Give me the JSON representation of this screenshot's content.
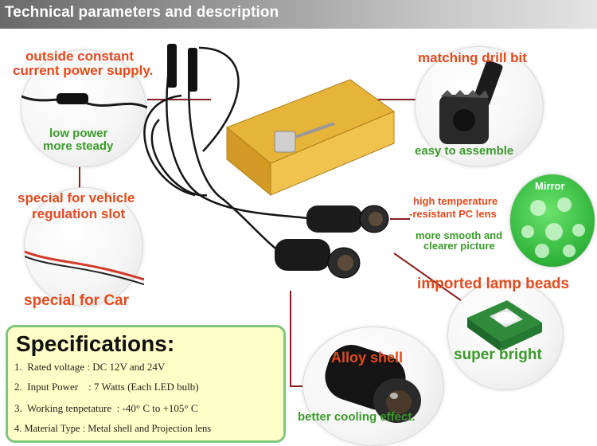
{
  "header": {
    "title": "Technical parameters and description"
  },
  "callouts": {
    "power_supply": "outside constant",
    "power_supply_2": "current power supply.",
    "low_power": "low power",
    "more_steady": "more steady",
    "vehicle_slot": "special for vehicle",
    "vehicle_slot_2": "regulation slot",
    "special_car": "special for Car",
    "drill_bit": "matching drill bit",
    "easy_assemble": "easy to assemble",
    "pc_lens": "high temperature",
    "pc_lens_2": "-resistant PC lens",
    "mirror": "Mirror",
    "smoother": "more smooth and",
    "clearer": "clearer picture",
    "lamp_beads": "imported lamp beads",
    "super_bright": "super bright",
    "alloy_shell": "Alloy shell",
    "cooling": "better cooling effect."
  },
  "specs": {
    "title": "Specifications:",
    "items": [
      "1.  Rated voltage : DC 12V and 24V",
      "2.  Input Power    : 7 Watts (Each LED bulb)",
      "3.  Working tenpetature  : -40° C to +105° C",
      "4. Material Type : Metal shell and Projection lens"
    ]
  },
  "colors": {
    "red_text": "#e34a1c",
    "green_text": "#3a9a2a",
    "spec_bg": "#feffc6",
    "spec_border": "#7fc67d",
    "connector_line": "#8a1d1d"
  }
}
